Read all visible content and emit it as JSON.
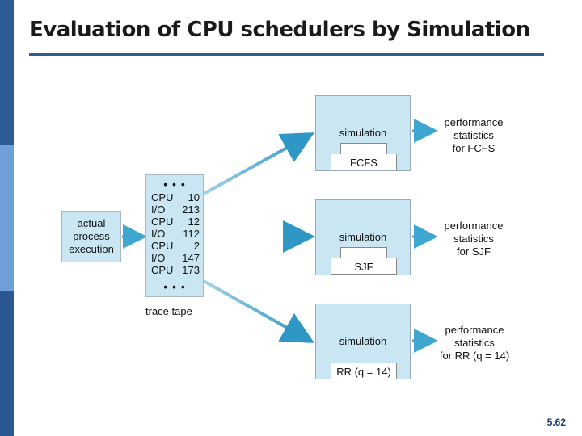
{
  "slide": {
    "title": "Evaluation of CPU schedulers by Simulation",
    "page_number": "5.62"
  },
  "diagram": {
    "source": {
      "lines": [
        "actual",
        "process",
        "execution"
      ]
    },
    "trace_tape": {
      "dots": "• • •",
      "entries": [
        {
          "kind": "CPU",
          "value": "10"
        },
        {
          "kind": "I/O",
          "value": "213"
        },
        {
          "kind": "CPU",
          "value": "12"
        },
        {
          "kind": "I/O",
          "value": "112"
        },
        {
          "kind": "CPU",
          "value": "2"
        },
        {
          "kind": "I/O",
          "value": "147"
        },
        {
          "kind": "CPU",
          "value": "173"
        }
      ],
      "caption": "trace tape"
    },
    "simulations": [
      {
        "label": "simulation",
        "scheduler": "FCFS",
        "perf": [
          "performance",
          "statistics",
          "for FCFS"
        ]
      },
      {
        "label": "simulation",
        "scheduler": "SJF",
        "perf": [
          "performance",
          "statistics",
          "for SJF"
        ]
      },
      {
        "label": "simulation",
        "scheduler": "RR (q = 14)",
        "perf": [
          "performance",
          "statistics",
          "for RR (q = 14)"
        ]
      }
    ],
    "colors": {
      "box_fill": "#c9e6f2",
      "arrow": "#3fa7cf",
      "accent": "#2f5b96"
    }
  }
}
